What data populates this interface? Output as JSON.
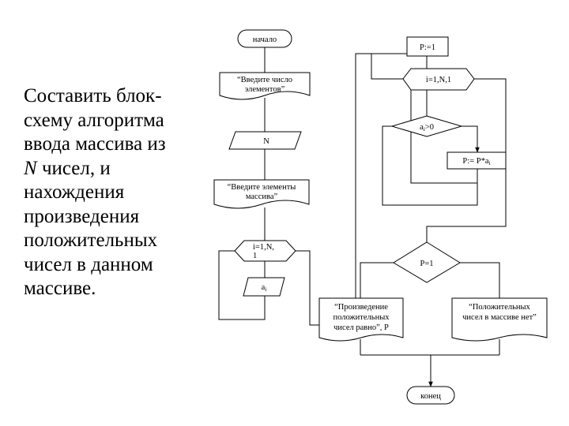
{
  "task": {
    "line1": "Составить блок-",
    "line2": "схему алгоритма",
    "line3": "ввода массива из",
    "line4_var": "N",
    "line4_rest": " чисел, и",
    "line5": "нахождения",
    "line6": "произведения",
    "line7": "положительных",
    "line8": "чисел в данном",
    "line9": "массиве."
  },
  "flowchart": {
    "start": "начало",
    "prompt_count_1": "“Введите число",
    "prompt_count_2": "элементов”",
    "input_n": "N",
    "prompt_elements_1": "“Введите элементы",
    "prompt_elements_2": "массива”",
    "loop_input_1": "i=1,N,",
    "loop_input_2": "1",
    "input_ai_base": "a",
    "input_ai_sub": "i",
    "init_p": "P:=1",
    "loop_product": "i=1,N,1",
    "cond_base": "a",
    "cond_sub": "i",
    "cond_rest": ">0",
    "assign_base": "P:= P*a",
    "assign_sub": "i",
    "check_p": "P=1",
    "result_1": "“Произведение",
    "result_2": "положительных",
    "result_3": "чисел равно”, P",
    "none_1": "“Положительных",
    "none_2": "чисел в массиве нет”",
    "end": "конец"
  }
}
